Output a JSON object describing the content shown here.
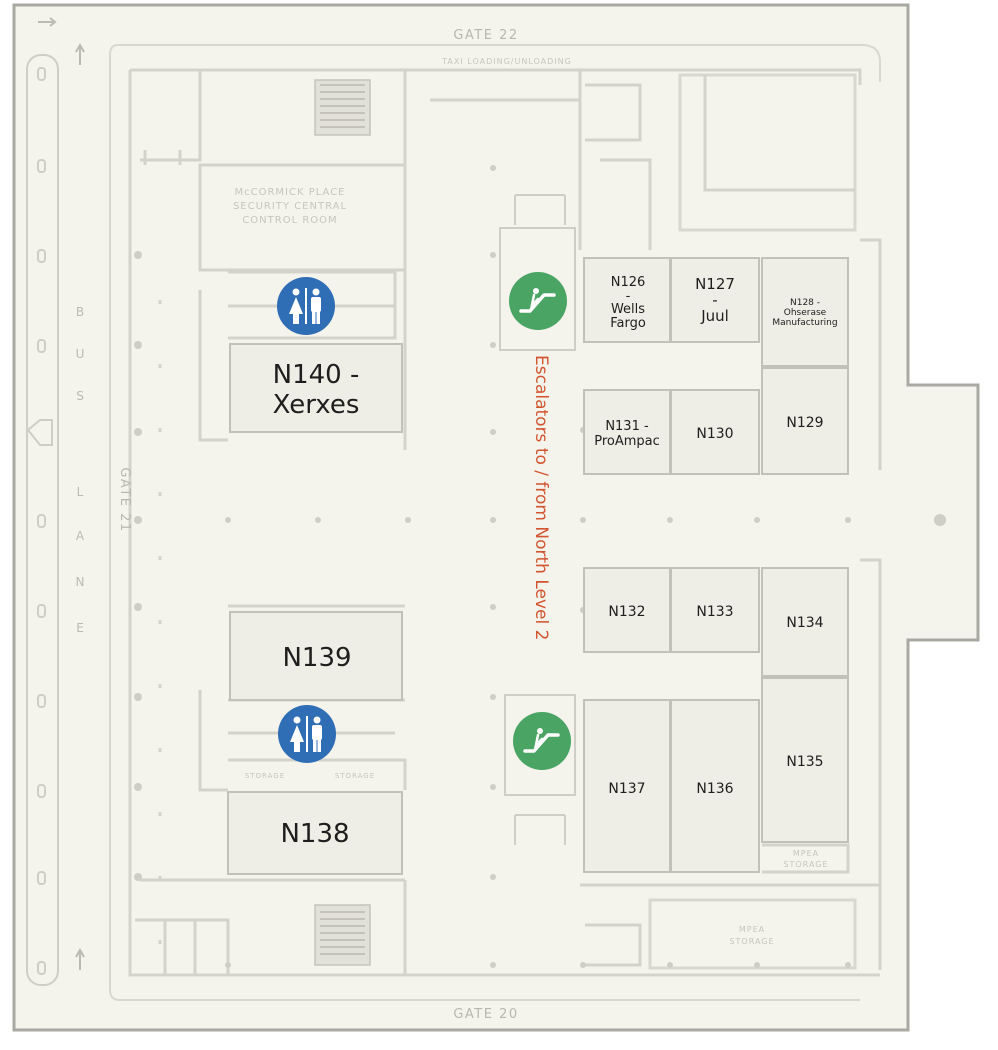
{
  "map": {
    "gates": {
      "top": "GATE 22",
      "left": "GATE 21",
      "bottom": "GATE 20"
    },
    "taxi_label": "TAXI LOADING/UNLOADING",
    "bus_lane_letters": [
      "B",
      "U",
      "S",
      "L",
      "A",
      "N",
      "E"
    ],
    "control_room": [
      "McCORMICK PLACE",
      "SECURITY CENTRAL",
      "CONTROL ROOM"
    ],
    "escalator_label": "Escalators to / from North Level 2",
    "storage_labels": {
      "left_a": "STORAGE",
      "left_b": "STORAGE",
      "mpea_storage_1": [
        "MPEA",
        "STORAGE"
      ],
      "mpea_storage_2": [
        "MPEA",
        "STORAGE"
      ]
    },
    "booths": {
      "n140": [
        "N140 -",
        "Xerxes"
      ],
      "n139": [
        "N139"
      ],
      "n138": [
        "N138"
      ],
      "n126": [
        "N126",
        "-",
        "Wells",
        "Fargo"
      ],
      "n127": [
        "N127",
        "-",
        "Juul"
      ],
      "n128": [
        "N128 -",
        "Ohserase",
        "Manufacturing"
      ],
      "n131": [
        "N131 -",
        "ProAmpac"
      ],
      "n130": [
        "N130"
      ],
      "n129": [
        "N129"
      ],
      "n132": [
        "N132"
      ],
      "n133": [
        "N133"
      ],
      "n134": [
        "N134"
      ],
      "n137": [
        "N137"
      ],
      "n136": [
        "N136"
      ],
      "n135": [
        "N135"
      ]
    },
    "icons": {
      "restroom": "restroom-icon",
      "escalator": "escalator-icon"
    },
    "colors": {
      "background": "#f4f3ec",
      "walls": "#cfcec6",
      "booth_fill": "#eeede6",
      "restroom_blue": "#2f6eb5",
      "escalator_green": "#4aa564",
      "escalator_text": "#d2552f"
    }
  }
}
